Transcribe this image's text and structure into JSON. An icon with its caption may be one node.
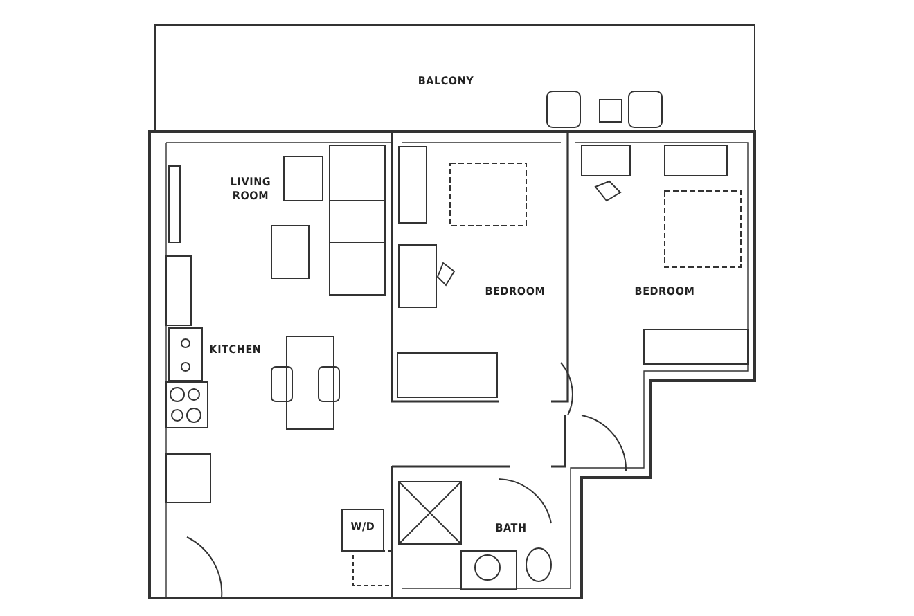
{
  "diagram": {
    "labels": [
      "BALCONY",
      "LIVING ROOM",
      "BEDROOM",
      "BEDROOM",
      "KITCHEN",
      "W/D",
      "BATH"
    ]
  }
}
